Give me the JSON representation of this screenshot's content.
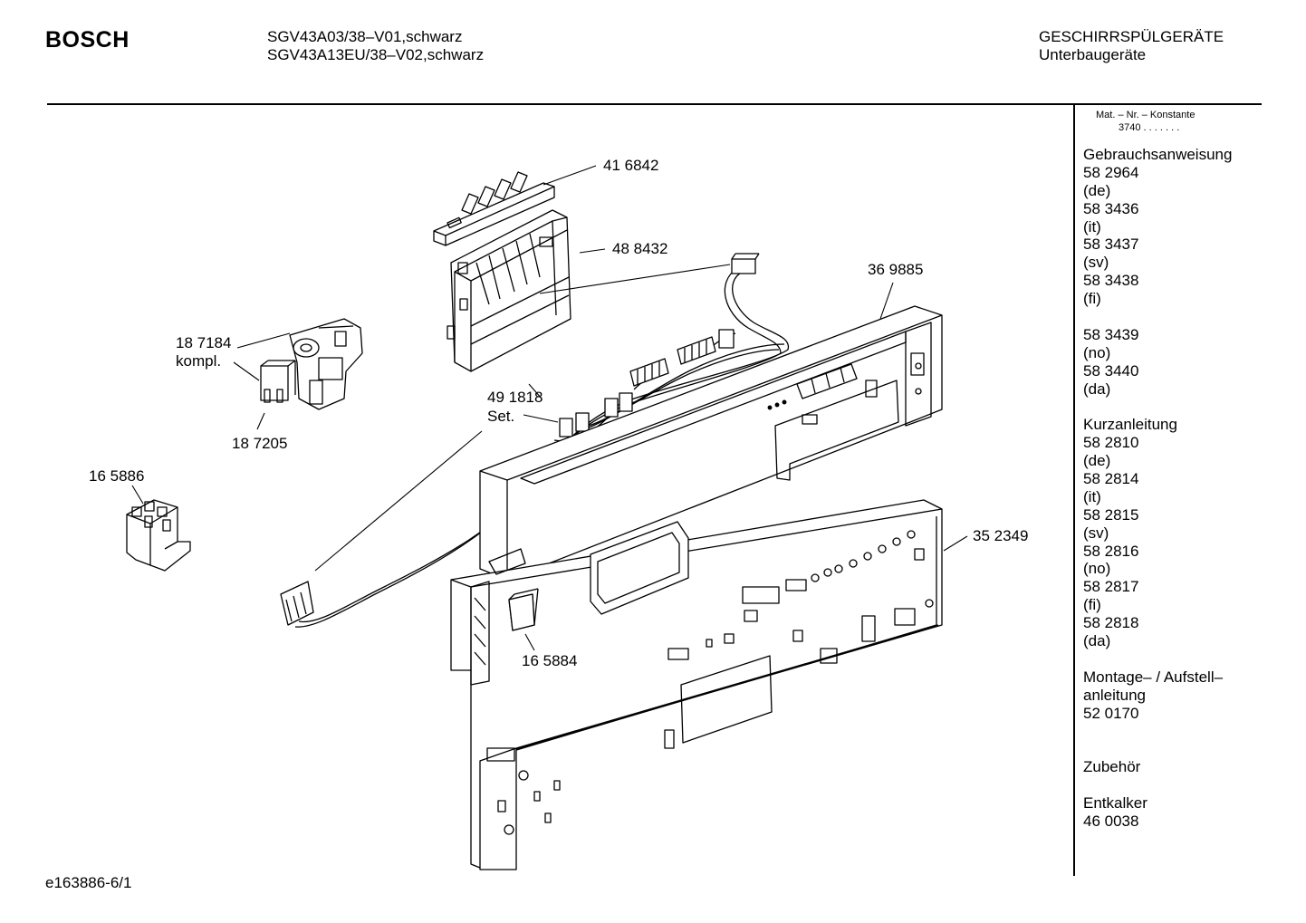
{
  "header": {
    "brand": "BOSCH",
    "model_line_1": "SGV43A03/38–V01,schwarz",
    "model_line_2": "SGV43A13EU/38–V02,schwarz",
    "category_line_1": "GESCHIRRSPÜLGERÄTE",
    "category_line_2": "Unterbaugeräte"
  },
  "sidebar": {
    "mat_label": "Mat. – Nr. – Konstante",
    "mat_value": "3740",
    "mat_dots": ". . .   . . . .",
    "lines": [
      "Gebrauchsanweisung",
      "58 2964",
      "(de)",
      "58 3436",
      "(it)",
      "58 3437",
      "(sv)",
      "58 3438",
      "(fi)",
      "",
      "58 3439",
      "(no)",
      "58 3440",
      "(da)",
      "",
      "Kurzanleitung",
      "58 2810",
      "(de)",
      "58 2814",
      "(it)",
      "58 2815",
      "(sv)",
      "58 2816",
      "(no)",
      "58 2817",
      "(fi)",
      "58 2818",
      "(da)",
      "",
      "Montage– / Aufstell–",
      "anleitung",
      "52 0170",
      "",
      "",
      "Zubehör",
      "",
      "Entkalker",
      "46 0038"
    ]
  },
  "parts": [
    {
      "id": "part-416842",
      "label": "41 6842"
    },
    {
      "id": "part-488432",
      "label": "48 8432"
    },
    {
      "id": "part-369885",
      "label": "36 9885"
    },
    {
      "id": "part-187184",
      "label": "18 7184"
    },
    {
      "id": "part-187184-kompl",
      "label": "kompl."
    },
    {
      "id": "part-187205",
      "label": "18 7205"
    },
    {
      "id": "part-491818",
      "label": "49 1818"
    },
    {
      "id": "part-491818-set",
      "label": "Set."
    },
    {
      "id": "part-165886",
      "label": "16 5886"
    },
    {
      "id": "part-352349",
      "label": "35 2349"
    },
    {
      "id": "part-165884",
      "label": "16 5884"
    }
  ],
  "footer": {
    "drawing_id": "e163886-6/1"
  }
}
